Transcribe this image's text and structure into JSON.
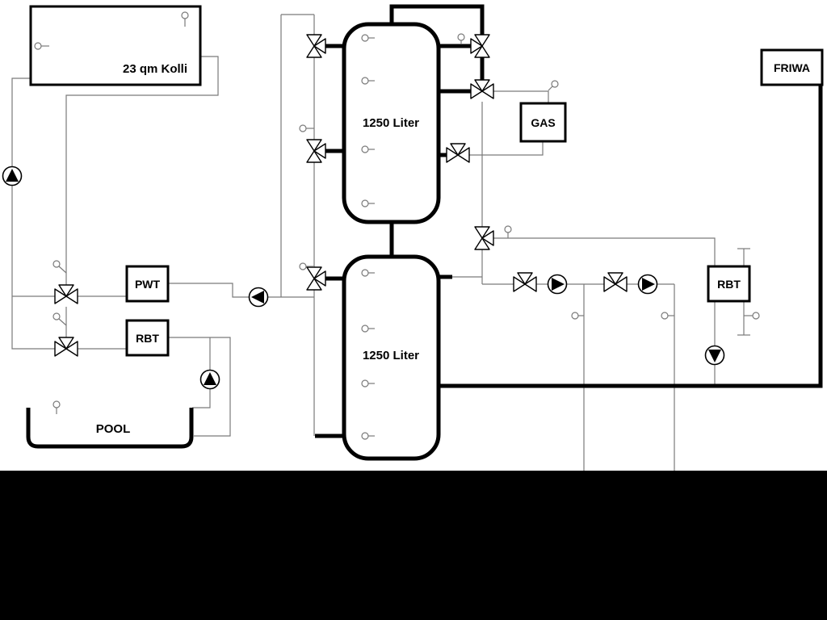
{
  "diagram": {
    "labels": {
      "collector": "23 qm Kolli",
      "tank_top": "1250 Liter",
      "tank_bottom": "1250 Liter",
      "gas": "GAS",
      "friwa": "FRIWA",
      "pwt": "PWT",
      "rbt_left": "RBT",
      "rbt_right": "RBT",
      "pool": "POOL"
    },
    "colors": {
      "background": "#ffffff",
      "pipe": "#000000",
      "thin_line": "#7a7a7a",
      "footer_band": "#000000"
    }
  }
}
